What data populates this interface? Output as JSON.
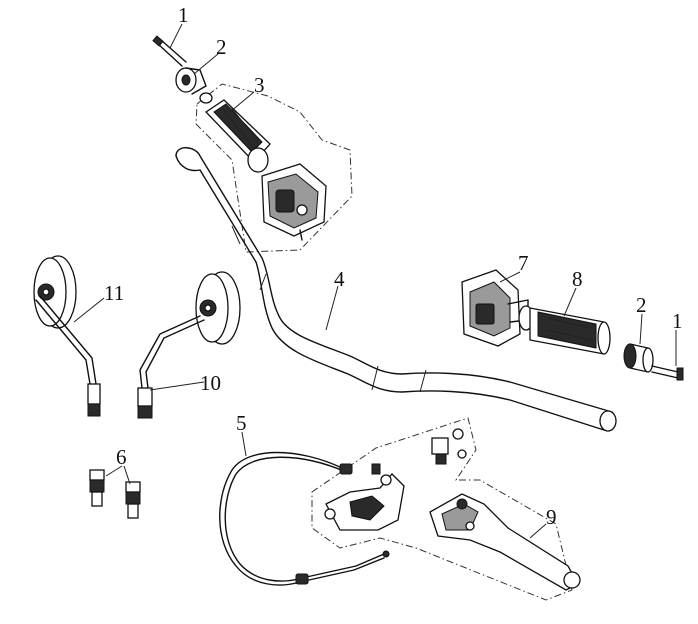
{
  "callouts": {
    "c1_top": "1",
    "c2_top": "2",
    "c3": "3",
    "c4": "4",
    "c5": "5",
    "c6": "6",
    "c7": "7",
    "c8": "8",
    "c2_right": "2",
    "c1_right": "1",
    "c9": "9",
    "c10": "10",
    "c11": "11"
  }
}
